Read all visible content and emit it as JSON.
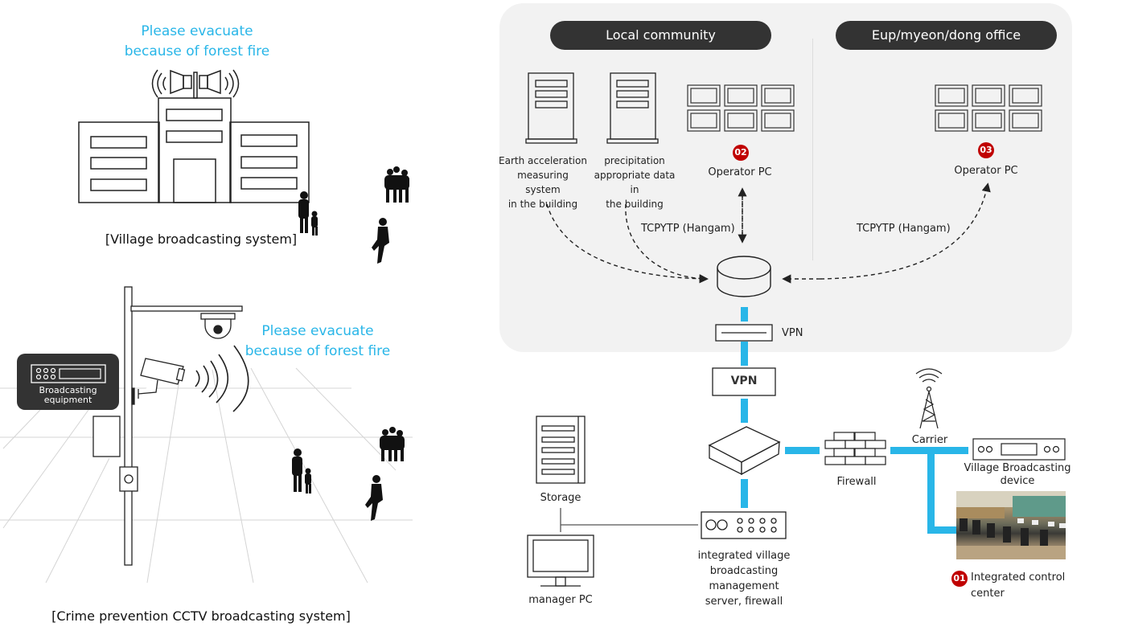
{
  "left": {
    "village": {
      "announcement_line1": "Please evacuate",
      "announcement_line2": "because of forest fire",
      "caption": "[Village broadcasting system]"
    },
    "cctv": {
      "announcement_line1": "Please evacuate",
      "announcement_line2": "because of forest fire",
      "equipment_line1": "Broadcasting",
      "equipment_line2": "equipment",
      "caption": "[Crime prevention CCTV broadcasting system]"
    }
  },
  "right": {
    "sections": {
      "local_community": "Local community",
      "office": "Eup/myeon/dong office"
    },
    "nodes": {
      "earth_accel": [
        "Earth acceleration",
        "measuring system",
        "in the building"
      ],
      "precipitation": [
        "precipitation",
        "appropriate data in",
        "the building"
      ],
      "operator_pc_02": {
        "badge": "02",
        "label": "Operator PC"
      },
      "operator_pc_03": {
        "badge": "03",
        "label": "Operator PC"
      },
      "protocol_left": "TCPYTP (Hangam)",
      "protocol_right": "TCPYTP (Hangam)",
      "vpn_small": "VPN",
      "vpn_box": "VPN",
      "storage": "Storage",
      "manager_pc": "manager PC",
      "server": [
        "integrated village",
        "broadcasting management",
        "server, firewall"
      ],
      "firewall": "Firewall",
      "carrier": "Carrier",
      "village_device": [
        "Village Broadcasting",
        "device"
      ],
      "control_center": {
        "badge": "01",
        "label_line1": "Integrated control",
        "label_line2": "center"
      }
    },
    "colors": {
      "link": "#29b6e8",
      "badge": "#c00000",
      "pill": "#333333",
      "panel": "#f2f2f2",
      "announcement": "#29b6e8"
    }
  }
}
